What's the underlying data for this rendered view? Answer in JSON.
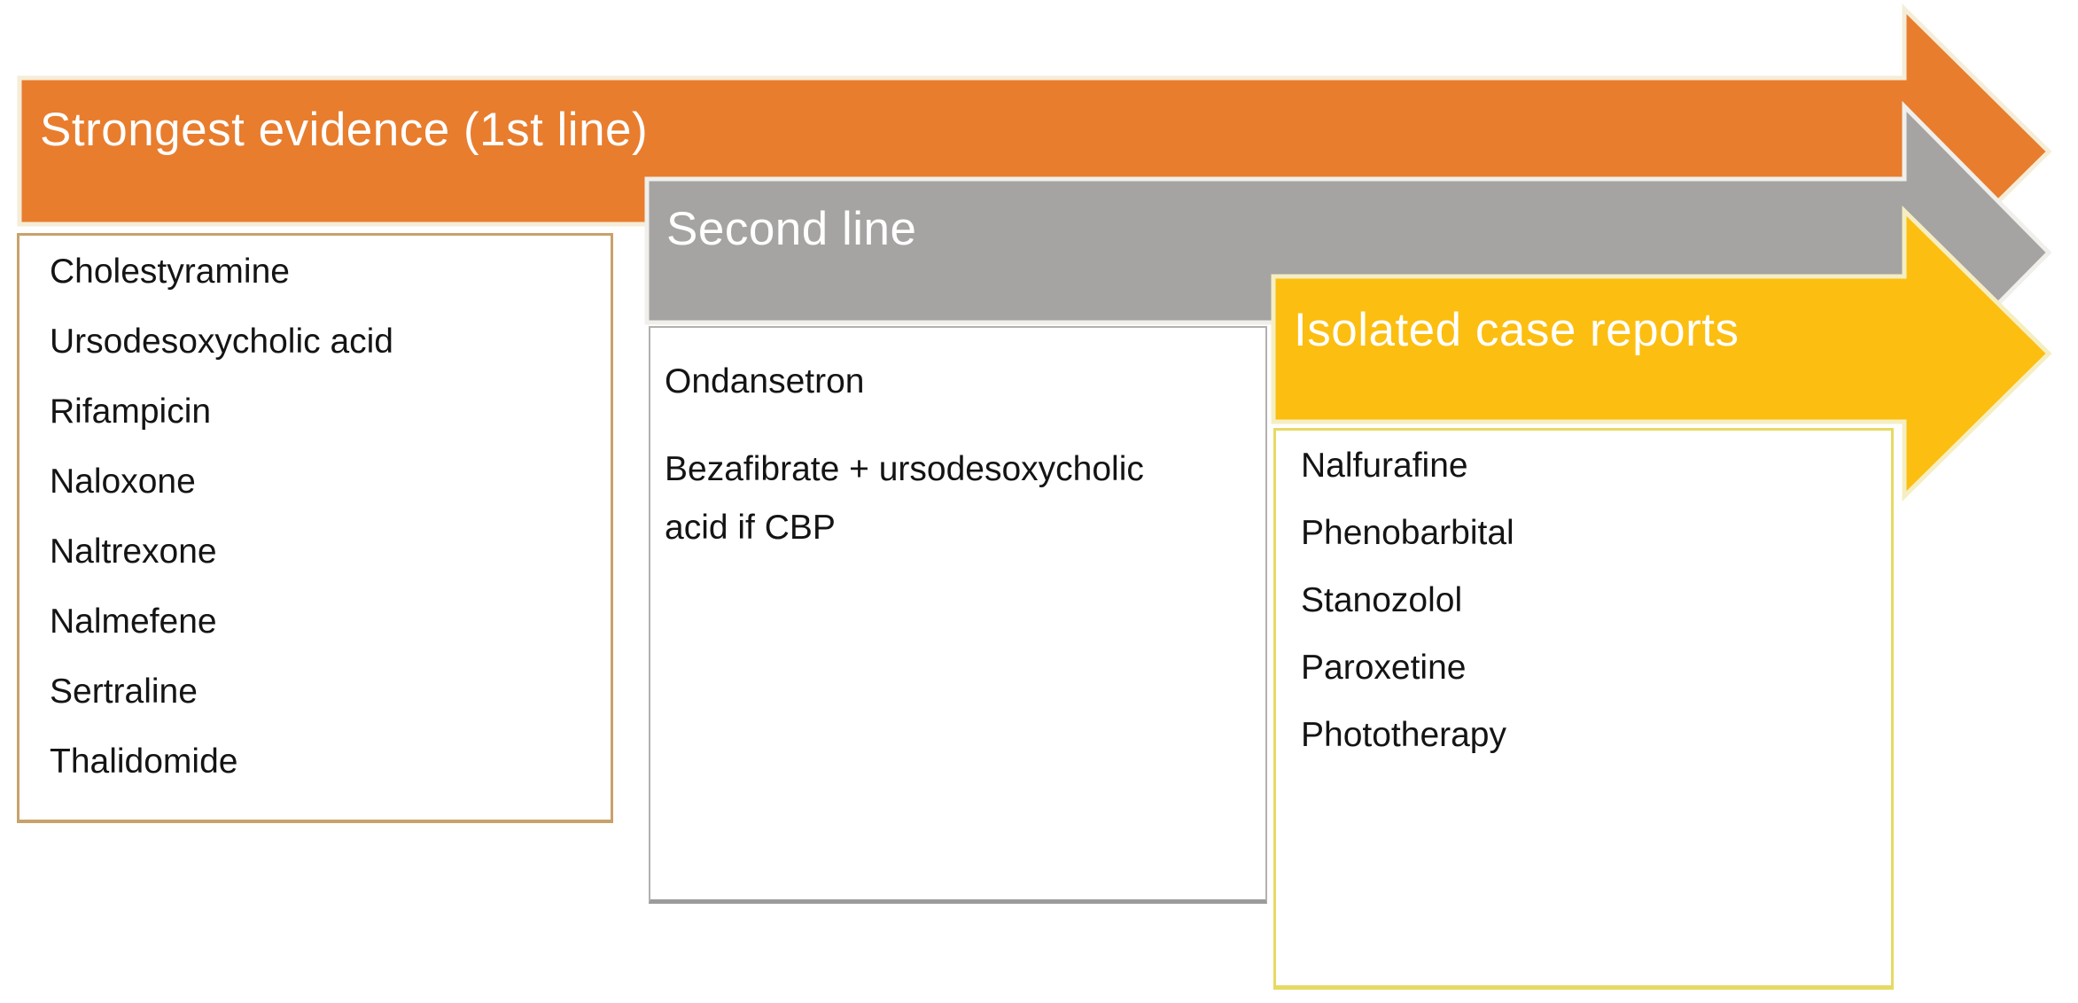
{
  "figure": {
    "description": "Stepwise treatment evidence diagram with three overlapping arrow banners",
    "title_color": "#ffffff",
    "text_color": "#141414",
    "banners": [
      {
        "id": "first-line",
        "title": "Strongest evidence (1st line)",
        "color": "#e87d2e",
        "outline_color": "#f5edd8",
        "box_border_color": "#c8a26b",
        "items": [
          "Cholestyramine",
          "Ursodesoxycholic acid",
          "Rifampicin",
          "Naloxone",
          "Naltrexone",
          "Nalmefene",
          "Sertraline",
          "Thalidomide"
        ]
      },
      {
        "id": "second-line",
        "title": "Second line",
        "color": "#a5a4a2",
        "outline_color": "#f0efeb",
        "box_border_color": "#b2b1af",
        "items": [
          "Ondansetron",
          "Bezafibrate + ursodesoxycholic acid if CBP"
        ]
      },
      {
        "id": "isolated-case-reports",
        "title": "Isolated case reports",
        "color": "#fcbe10",
        "outline_color": "#f4eec2",
        "box_border_color": "#e6da62",
        "items": [
          "Nalfurafine",
          "Phenobarbital",
          "Stanozolol",
          "Paroxetine",
          "Phototherapy"
        ]
      }
    ]
  }
}
